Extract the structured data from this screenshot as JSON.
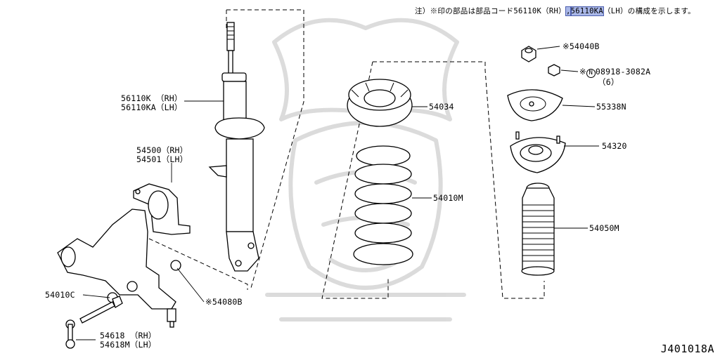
{
  "note": {
    "prefix": "注）※印の部品は部品コード",
    "code_rh": "56110K（RH）",
    "separator": ",",
    "code_lh": "56110KA",
    "suffix": "（LH）の構成を示します。"
  },
  "parts": {
    "p54040b": {
      "mark": "※",
      "code": "54040B"
    },
    "p08918": {
      "mark": "※",
      "circled": "N",
      "code": "08918-3082A",
      "qty": "（6）"
    },
    "p55338n": {
      "code": "55338N"
    },
    "p54320": {
      "code": "54320"
    },
    "p54050m": {
      "code": "54050M"
    },
    "p54034": {
      "code": "54034"
    },
    "p54010m": {
      "code": "54010M"
    },
    "p56110k": {
      "rh": "56110K （RH）",
      "lh": "56110KA（LH）"
    },
    "p54500": {
      "rh": "54500（RH）",
      "lh": "54501（LH）"
    },
    "p54010c": {
      "code": "54010C"
    },
    "p54080b": {
      "mark": "※",
      "code": "54080B"
    },
    "p54618": {
      "rh": "54618 （RH）",
      "lh": "54618M（LH）"
    }
  },
  "figure_code": "J401018A",
  "highlight_color": "#a9b7e8"
}
